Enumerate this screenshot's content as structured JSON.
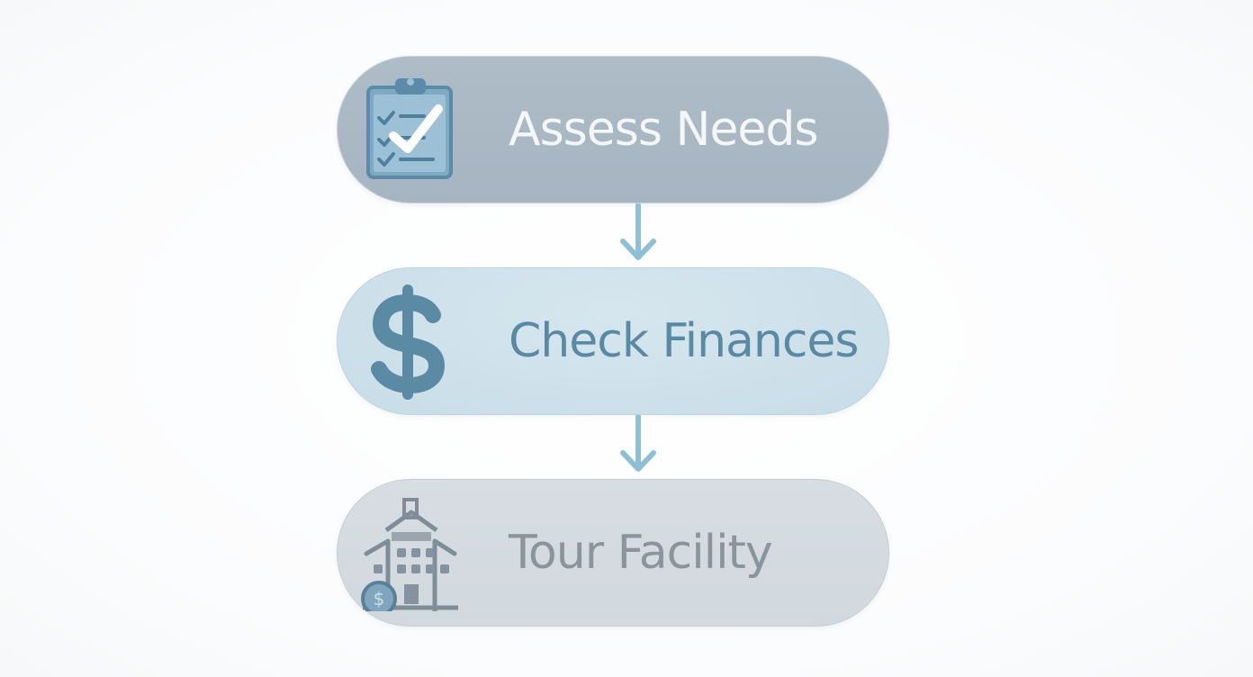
{
  "steps": [
    {
      "label": "Assess Needs",
      "icon": "clipboard-check-icon"
    },
    {
      "label": "Check Finances",
      "icon": "dollar-sign-icon"
    },
    {
      "label": "Tour Facility",
      "icon": "building-icon"
    }
  ],
  "colors": {
    "accent": "#6f9fba",
    "step1_fill": "#aebcc7",
    "step2_fill": "#cfe2eb",
    "step3_fill": "#d5dbe0",
    "step1_text": "#f4f7f9",
    "step2_text": "#5a8aa3",
    "step3_text": "#8a949c"
  }
}
